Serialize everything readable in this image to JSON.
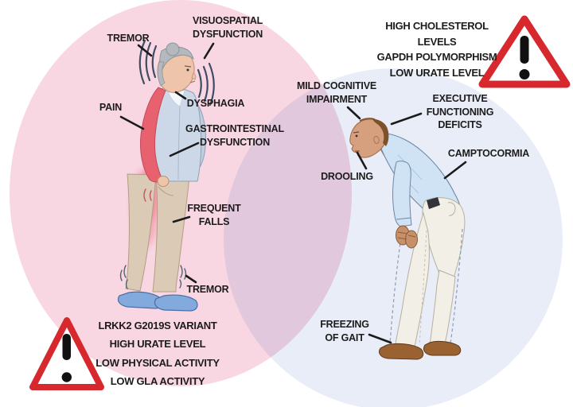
{
  "venn": {
    "left_circle": {
      "fill": "#f8d7e3",
      "symptoms": {
        "tremor_head": "TREMOR",
        "visuospatial": "VISUOSPATIAL\nDYSFUNCTION",
        "pain": "PAIN",
        "dysphagia": "DYSPHAGIA",
        "gastrointestinal": "GASTROINTESTINAL\nDYSFUNCTION",
        "frequent_falls": "FREQUENT\nFALLS",
        "tremor_legs": "TREMOR"
      },
      "risk_factors": "LRKK2 G2019S VARIANT\nHIGH URATE LEVEL\nLOW PHYSICAL ACTIVITY\nLOW GLA ACTIVITY"
    },
    "right_circle": {
      "fill": "#e9edf7",
      "symptoms": {
        "mild_cognitive": "MILD COGNITIVE\nIMPAIRMENT",
        "executive": "EXECUTIVE\nFUNCTIONING\nDEFICITS",
        "camptocormia": "CAMPTOCORMIA",
        "drooling": "DROOLING",
        "freezing_of_gait": "FREEZING\nOF GAIT"
      },
      "risk_factors": "HIGH CHOLESTEROL LEVELS\nGAPDH POLYMORPHISM\nLOW URATE LEVEL"
    },
    "colors": {
      "warning_triangle_border": "#d7282e",
      "warning_glyph": "#111111",
      "pain_highlight": "#e8616e",
      "woman_shirt": "#ccd8e7",
      "woman_pants": "#dbcab6",
      "woman_shoes": "#82aadd",
      "man_shirt": "#cfe3f5",
      "man_pants": "#f1efe6",
      "man_shoes": "#9a6230"
    }
  }
}
